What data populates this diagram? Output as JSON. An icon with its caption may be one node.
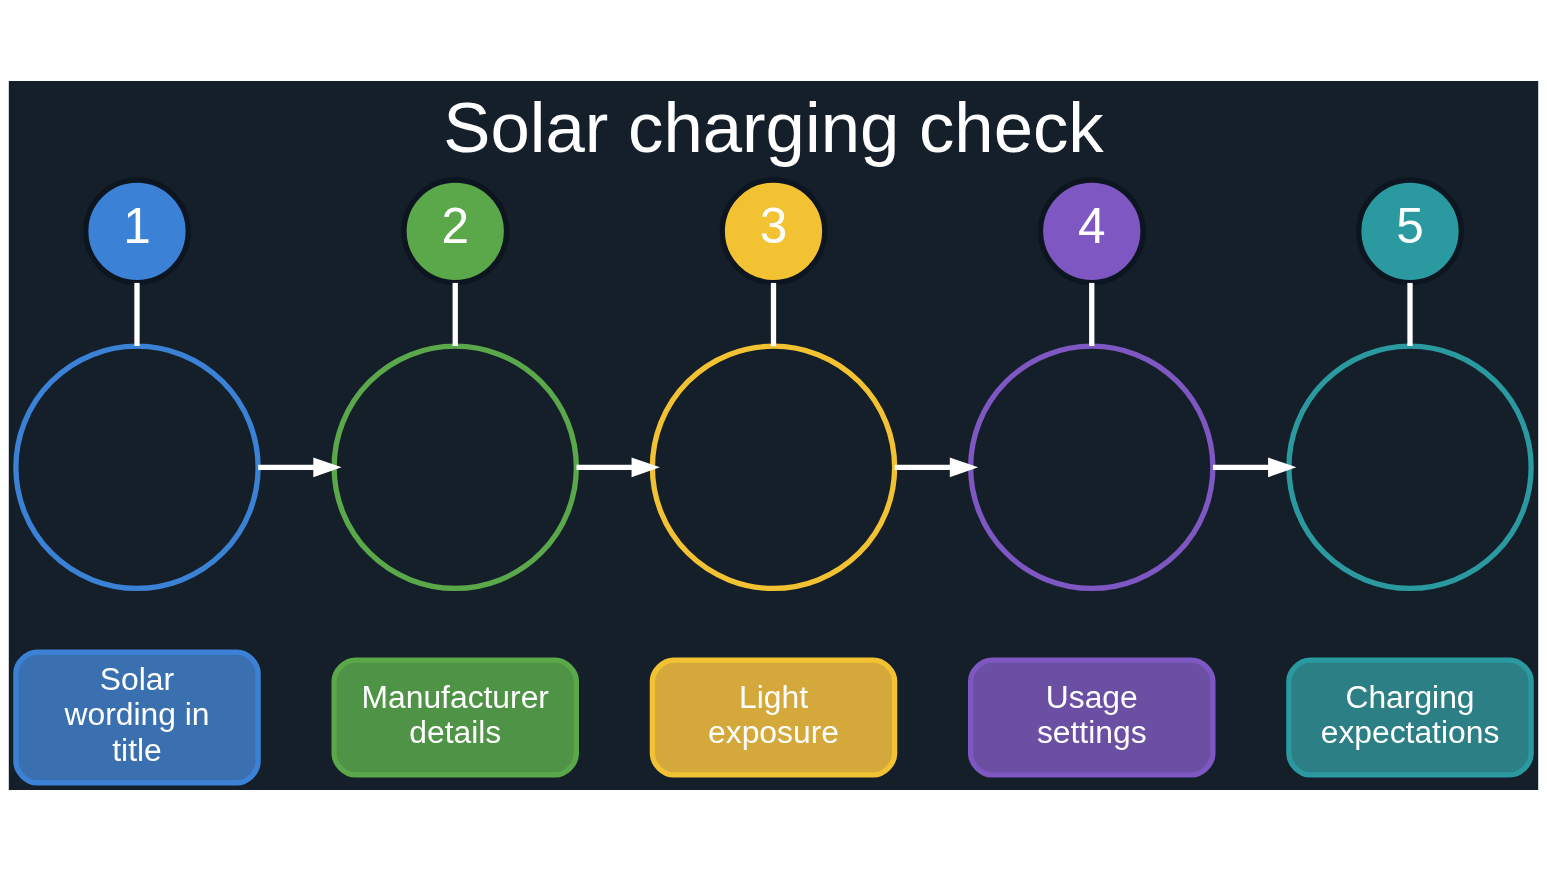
{
  "diagram": {
    "title": "Solar charging check",
    "nodes": [
      {
        "text": [
          "1"
        ]
      },
      {
        "text": [],
        "shape": "circle"
      },
      {
        "text": [
          "Solar wording in title"
        ]
      },
      {
        "text": [
          "2"
        ]
      },
      {
        "text": [],
        "shape": "circle"
      },
      {
        "text": [
          "Manufacturer details"
        ]
      },
      {
        "text": [
          "3"
        ]
      },
      {
        "text": [],
        "shape": "circle"
      },
      {
        "text": [
          "Light exposure"
        ]
      },
      {
        "text": [
          "4"
        ]
      },
      {
        "text": [],
        "shape": "circle"
      },
      {
        "text": [
          "Usage settings"
        ]
      },
      {
        "text": [
          "5"
        ]
      },
      {
        "text": [],
        "shape": "circle"
      },
      {
        "text": [
          "Charging expectations"
        ]
      }
    ],
    "edges": [
      {
        "from": 0,
        "to": 1,
        "arrow": "none"
      },
      {
        "from": 3,
        "to": 4,
        "arrow": "none"
      },
      {
        "from": 6,
        "to": 7,
        "arrow": "none"
      },
      {
        "from": 9,
        "to": 10,
        "arrow": "none"
      },
      {
        "from": 12,
        "to": 13,
        "arrow": "none"
      },
      {
        "from": 1,
        "to": 4,
        "arrow": "to"
      },
      {
        "from": 4,
        "to": 7,
        "arrow": "to"
      },
      {
        "from": 7,
        "to": 10,
        "arrow": "to"
      },
      {
        "from": 10,
        "to": 13,
        "arrow": "to"
      }
    ]
  }
}
